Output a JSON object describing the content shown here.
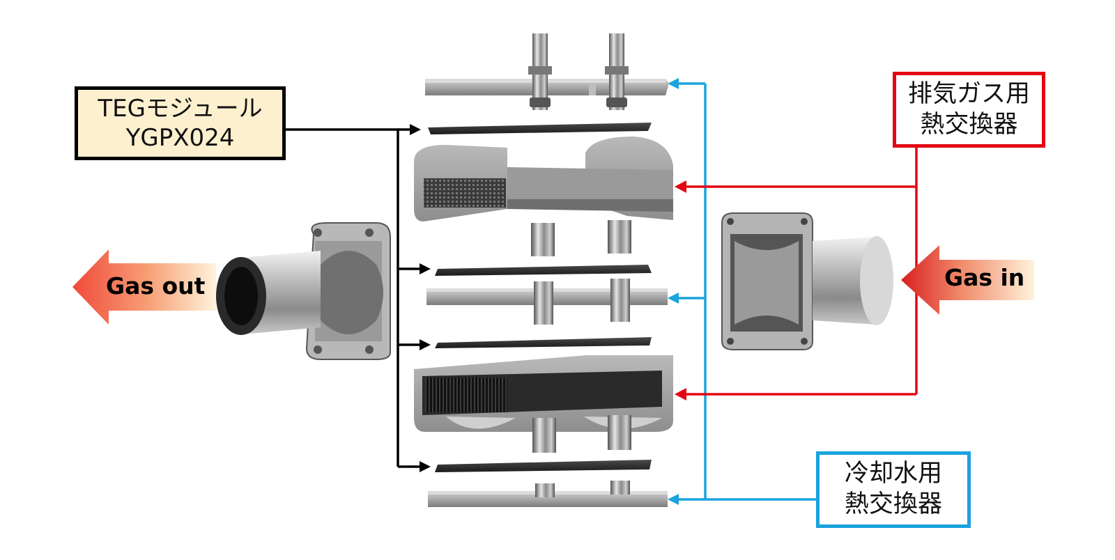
{
  "labels": {
    "teg_module": {
      "line1": "TEGモジュール",
      "line2": "YGPX024"
    },
    "exhaust_heat_exchanger": {
      "line1": "排気ガス用",
      "line2": "熱交換器"
    },
    "coolant_heat_exchanger": {
      "line1": "冷却水用",
      "line2": "熱交換器"
    }
  },
  "flow": {
    "gas_out": "Gas out",
    "gas_in": "Gas in"
  },
  "colors": {
    "teg_line": "#000000",
    "exhaust_line": "#e30613",
    "coolant_line": "#1aa3dd",
    "teg_label_fill": "#fdf0cf",
    "gas_arrow": "#f05a4a"
  }
}
